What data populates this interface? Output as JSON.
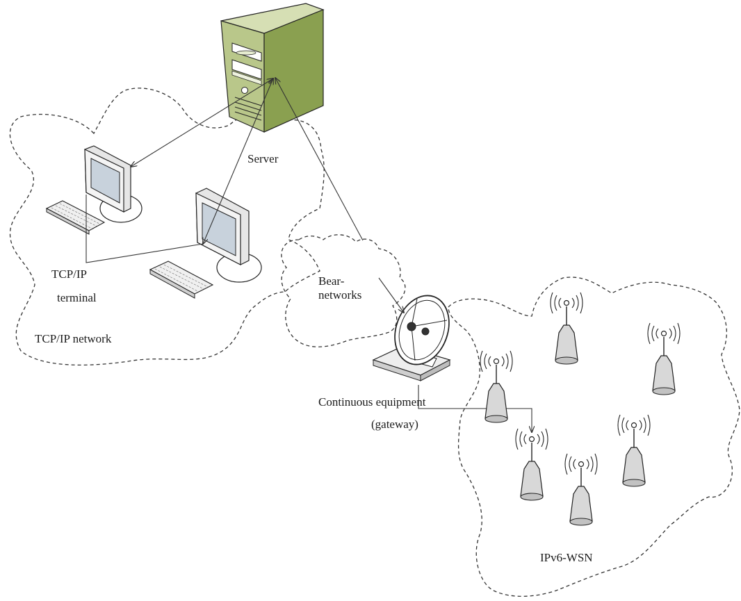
{
  "labels": {
    "server": "Server",
    "tcpip": "TCP/IP",
    "terminal": "terminal",
    "tcpip_network": "TCP/IP network",
    "bear1": "Bear-",
    "bear2": "networks",
    "continuous": "Continuous equipment",
    "gateway": "(gateway)",
    "wsn": "IPv6-WSN"
  },
  "colors": {
    "server_front": "#b9c78a",
    "server_side": "#8aa050",
    "server_top": "#d6dfb4",
    "sensor_fill": "#d8d8d8",
    "line": "#333333"
  },
  "icons": [
    "server-icon",
    "computer-icon",
    "keyboard-icon",
    "satellite-dish-icon",
    "wireless-sensor-icon"
  ]
}
